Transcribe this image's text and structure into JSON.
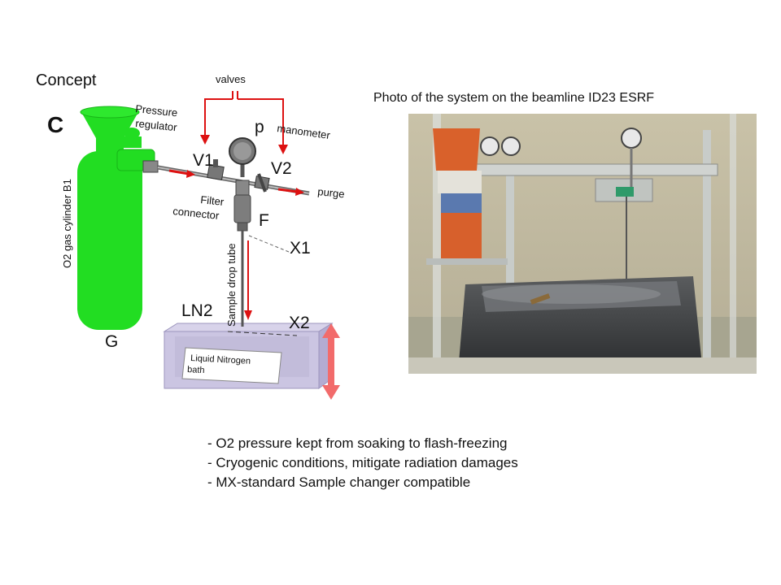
{
  "concept": {
    "title": "Concept",
    "panel_letter": "C",
    "labels": {
      "valves": "valves",
      "pressure_regulator_1": "Pressure",
      "pressure_regulator_2": "regulator",
      "p": "p",
      "manometer": "manometer",
      "v1": "V1",
      "v2": "V2",
      "purge": "purge",
      "filter_connector_1": "Filter",
      "filter_connector_2": "connector",
      "f": "F",
      "cylinder": "O2 gas cylinder B1",
      "sample_drop_tube": "Sample drop tube",
      "x1": "X1",
      "ln2": "LN2",
      "x2": "X2",
      "g": "G",
      "bath_1": "Liquid Nitrogen",
      "bath_2": "bath"
    }
  },
  "photo": {
    "title": "Photo of the system on the beamline ID23 ESRF"
  },
  "bullets": [
    "- O2 pressure kept from soaking to flash-freezing",
    "- Cryogenic conditions, mitigate radiation damages",
    "- MX-standard Sample changer compatible"
  ],
  "colors": {
    "cylinder_green": "#22dd22",
    "arrow_red": "#dd1111",
    "double_arrow": "#f26b6b",
    "bath_purple": "#bdb6d6"
  }
}
